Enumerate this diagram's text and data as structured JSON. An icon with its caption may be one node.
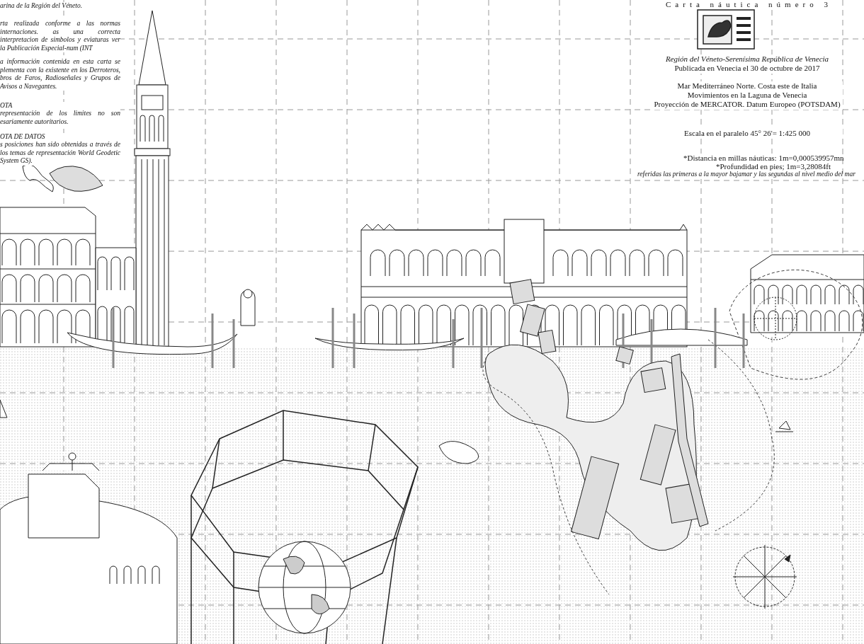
{
  "diagram": {
    "title": "Carta náutica número 3",
    "labels": [
      "arina de la Región del Véneto.",
      "rta realizada conforme a las normas internaciones. as una correcta interpretacion de simbolos y eviaturas ver la Publicación Especial-num (INT",
      "a información contenida en esta carta se plementa con la existente en los Derroteros, bros de Faros, Radioseñales y Grupos de Avisos a Navegantes.",
      "OTA",
      "representación de los limites no son esariamente autoritarios.",
      "OTA DE DATOS",
      "s posiciones han sido obtenidas a través de los temas de representación World Geodetic System GS).",
      "Región del Véneto-Serenísima República de Venecia",
      "Publicada en Venecia el 30 de octubre de 2017",
      "Mar Mediterráneo Norte. Costa este de Italia",
      "Movimientos en la Laguna de Venecia",
      "Proyección de MERCATOR. Datum Europeo (POTSDAM)",
      "Escala en el paralelo 45° 26'= 1:425 000",
      "*Distancia en millas náuticas: 1m=0,000539957mn",
      "*Profundidad en pies; 1m=3,28084ft",
      "referidas las primeras a la mayor bajamar y las segundas al nivel medio del mar"
    ]
  }
}
